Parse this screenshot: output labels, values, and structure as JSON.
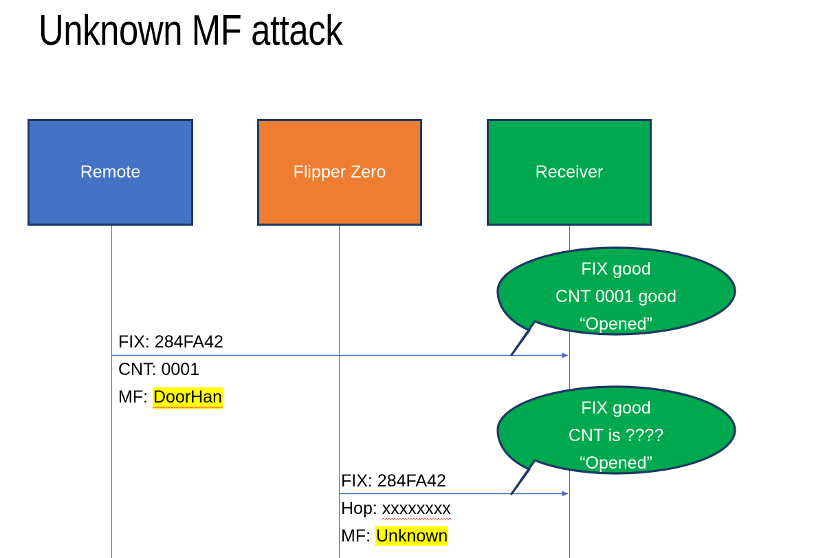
{
  "slide": {
    "title": "Unknown MF attack",
    "background": "#FFFFFF"
  },
  "colors": {
    "remote_fill": "#4472C4",
    "flipper_fill": "#ED7D31",
    "receiver_fill": "#00A94F",
    "box_border": "#1F3864",
    "lifeline": "#4472C4",
    "arrow": "#4472C4",
    "highlight": "#FFFF00",
    "spellcheck_underline": "#E03030",
    "callout_fill": "#00A94F",
    "callout_border": "#1F3864",
    "callout_text": "#FFFFFF",
    "body_text": "#000000"
  },
  "actors": [
    {
      "id": "remote",
      "label": "Remote"
    },
    {
      "id": "flipper",
      "label": "Flipper Zero"
    },
    {
      "id": "receiver",
      "label": "Receiver"
    }
  ],
  "messages": [
    {
      "id": "msg1",
      "from": "remote",
      "to": "receiver",
      "lines": [
        {
          "label": "FIX: ",
          "value": "284FA42",
          "highlight": false,
          "spellcheck_flag": false
        },
        {
          "label": "CNT: ",
          "value": "0001",
          "highlight": false,
          "spellcheck_flag": false
        },
        {
          "label": "MF: ",
          "value": "DoorHan",
          "highlight": true,
          "spellcheck_flag": true
        }
      ]
    },
    {
      "id": "msg2",
      "from": "flipper",
      "to": "receiver",
      "lines": [
        {
          "label": "FIX: ",
          "value": "284FA42",
          "highlight": false,
          "spellcheck_flag": false
        },
        {
          "label": "Hop: ",
          "value": "xxxxxxxx",
          "highlight": false,
          "spellcheck_flag": true
        },
        {
          "label": "MF: ",
          "value": "Unknown",
          "highlight": true,
          "spellcheck_flag": false
        }
      ]
    }
  ],
  "callouts": [
    {
      "id": "callout-1",
      "attached_to": "msg1",
      "lines": [
        "FIX good",
        "CNT 0001 good",
        "“Opened”"
      ]
    },
    {
      "id": "callout-2",
      "attached_to": "msg2",
      "lines": [
        "FIX good",
        "CNT is ????",
        "“Opened”"
      ]
    }
  ]
}
